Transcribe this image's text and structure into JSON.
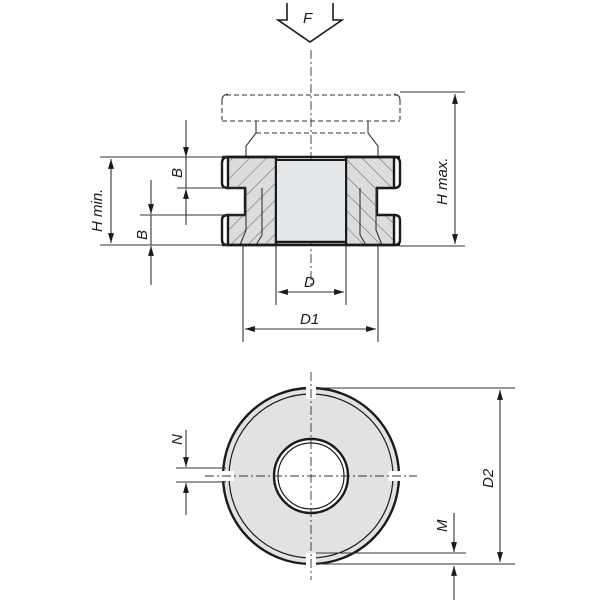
{
  "drawing": {
    "title": "Technical drawing of slotted thrust pad / levelling element",
    "colors": {
      "line": "#1a1a1a",
      "section_fill": "#dcdcdc",
      "bore_fill": "#e4e7ea",
      "face_fill": "#e2e2e2",
      "background": "#ffffff"
    },
    "force_arrow": {
      "label": "F"
    },
    "side_view": {
      "dimensions": {
        "h_min": "H min.",
        "h_max": "H max.",
        "b_upper": "B",
        "b_lower": "B",
        "d": "D",
        "d1": "D1"
      }
    },
    "top_view": {
      "dimensions": {
        "n": "N",
        "m": "M",
        "d2": "D2"
      }
    }
  }
}
